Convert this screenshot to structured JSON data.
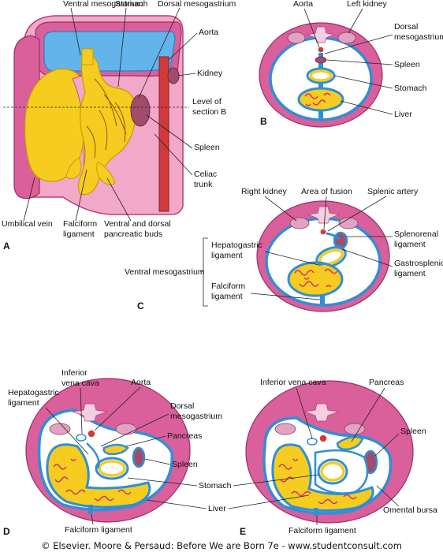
{
  "panels": {
    "a": {
      "letter": "A",
      "labels": {
        "ventral_mesogastrium": "Ventral mesogastrium",
        "stomach": "Stomach",
        "dorsal_mesogastrium": "Dorsal mesogastrium",
        "aorta": "Aorta",
        "kidney": "Kidney",
        "level_of_section_1": "Level of",
        "level_of_section_2": "section B",
        "spleen": "Spleen",
        "celiac_trunk_1": "Celiac",
        "celiac_trunk_2": "trunk",
        "umbilical_vein": "Umbilical vein",
        "falciform_1": "Falciform",
        "falciform_2": "ligament",
        "buds_1": "Ventral and dorsal",
        "buds_2": "pancreatic buds"
      }
    },
    "b": {
      "letter": "B",
      "labels": {
        "aorta": "Aorta",
        "left_kidney": "Left kidney",
        "dorsal_1": "Dorsal",
        "dorsal_2": "mesogastrium",
        "spleen": "Spleen",
        "stomach": "Stomach",
        "liver": "Liver"
      }
    },
    "c": {
      "letter": "C",
      "labels": {
        "right_kidney": "Right kidney",
        "area_of_fusion": "Area of fusion",
        "splenic_artery": "Splenic artery",
        "splenorenal_1": "Splenorenal",
        "splenorenal_2": "ligament",
        "hepatogastric_1": "Hepatogastric",
        "hepatogastric_2": "ligament",
        "gastrosplenic_1": "Gastrosplenic",
        "gastrosplenic_2": "ligament",
        "ventral_mesogastrium": "Ventral mesogastrium",
        "falciform_1": "Falciform",
        "falciform_2": "ligament"
      }
    },
    "d": {
      "letter": "D",
      "labels": {
        "ivc_1": "Inferior",
        "ivc_2": "vena cava",
        "aorta": "Aorta",
        "hepatogastric_1": "Hepatogastric",
        "hepatogastric_2": "ligament",
        "dorsal_1": "Dorsal",
        "dorsal_2": "mesogastrium",
        "pancreas": "Pancreas",
        "spleen": "Spleen",
        "falciform": "Falciform ligament"
      }
    },
    "e": {
      "letter": "E",
      "labels": {
        "ivc": "Inferior vena cava",
        "pancreas": "Pancreas",
        "spleen": "Spleen",
        "omental_bursa": "Omental bursa",
        "falciform": "Falciform ligament"
      }
    },
    "shared": {
      "stomach": "Stomach",
      "liver": "Liver"
    }
  },
  "footer": {
    "credit": "© Elsevier. Moore & Persaud: Before We are Born 7e - www.studentconsult.com"
  },
  "colors": {
    "body_wall": "#d9609a",
    "peritoneum": "#2f8fd6",
    "organ_yellow": "#f5cc1f",
    "liver_marks": "#d02b72",
    "spleen": "#a24c6b"
  }
}
